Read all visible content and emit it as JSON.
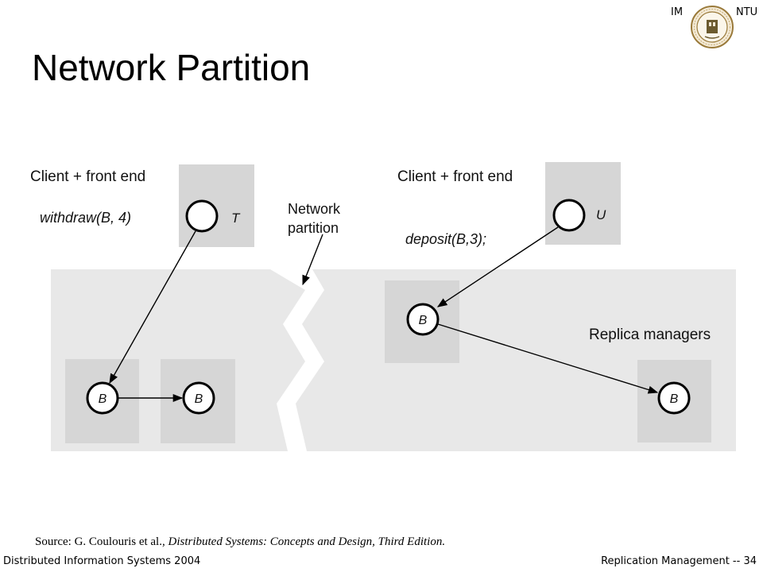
{
  "header": {
    "logo_left": "IM",
    "logo_right": "NTU",
    "seal_icon": "university-seal-icon"
  },
  "slide": {
    "title": "Network Partition"
  },
  "diagram": {
    "left_client_label": "Client + front end",
    "left_op": "withdraw(B, 4)",
    "left_tx": "T",
    "right_client_label": "Client + front end",
    "right_op": "deposit(B,3);",
    "right_tx": "U",
    "partition_label_line1": "Network",
    "partition_label_line2": "partition",
    "replica_label": "Replica managers",
    "replica_node_label": "B",
    "colors": {
      "region": "#e8e8e8",
      "box": "#d6d6d6",
      "node_fill": "#ffffff",
      "stroke": "#000000"
    }
  },
  "source": {
    "prefix": "Source: G. Coulouris et al., ",
    "book": "Distributed Systems: Concepts and Design, Third Edition."
  },
  "footer": {
    "course": "Distributed Information Systems 2004",
    "section": "Replication Management -- 34"
  }
}
